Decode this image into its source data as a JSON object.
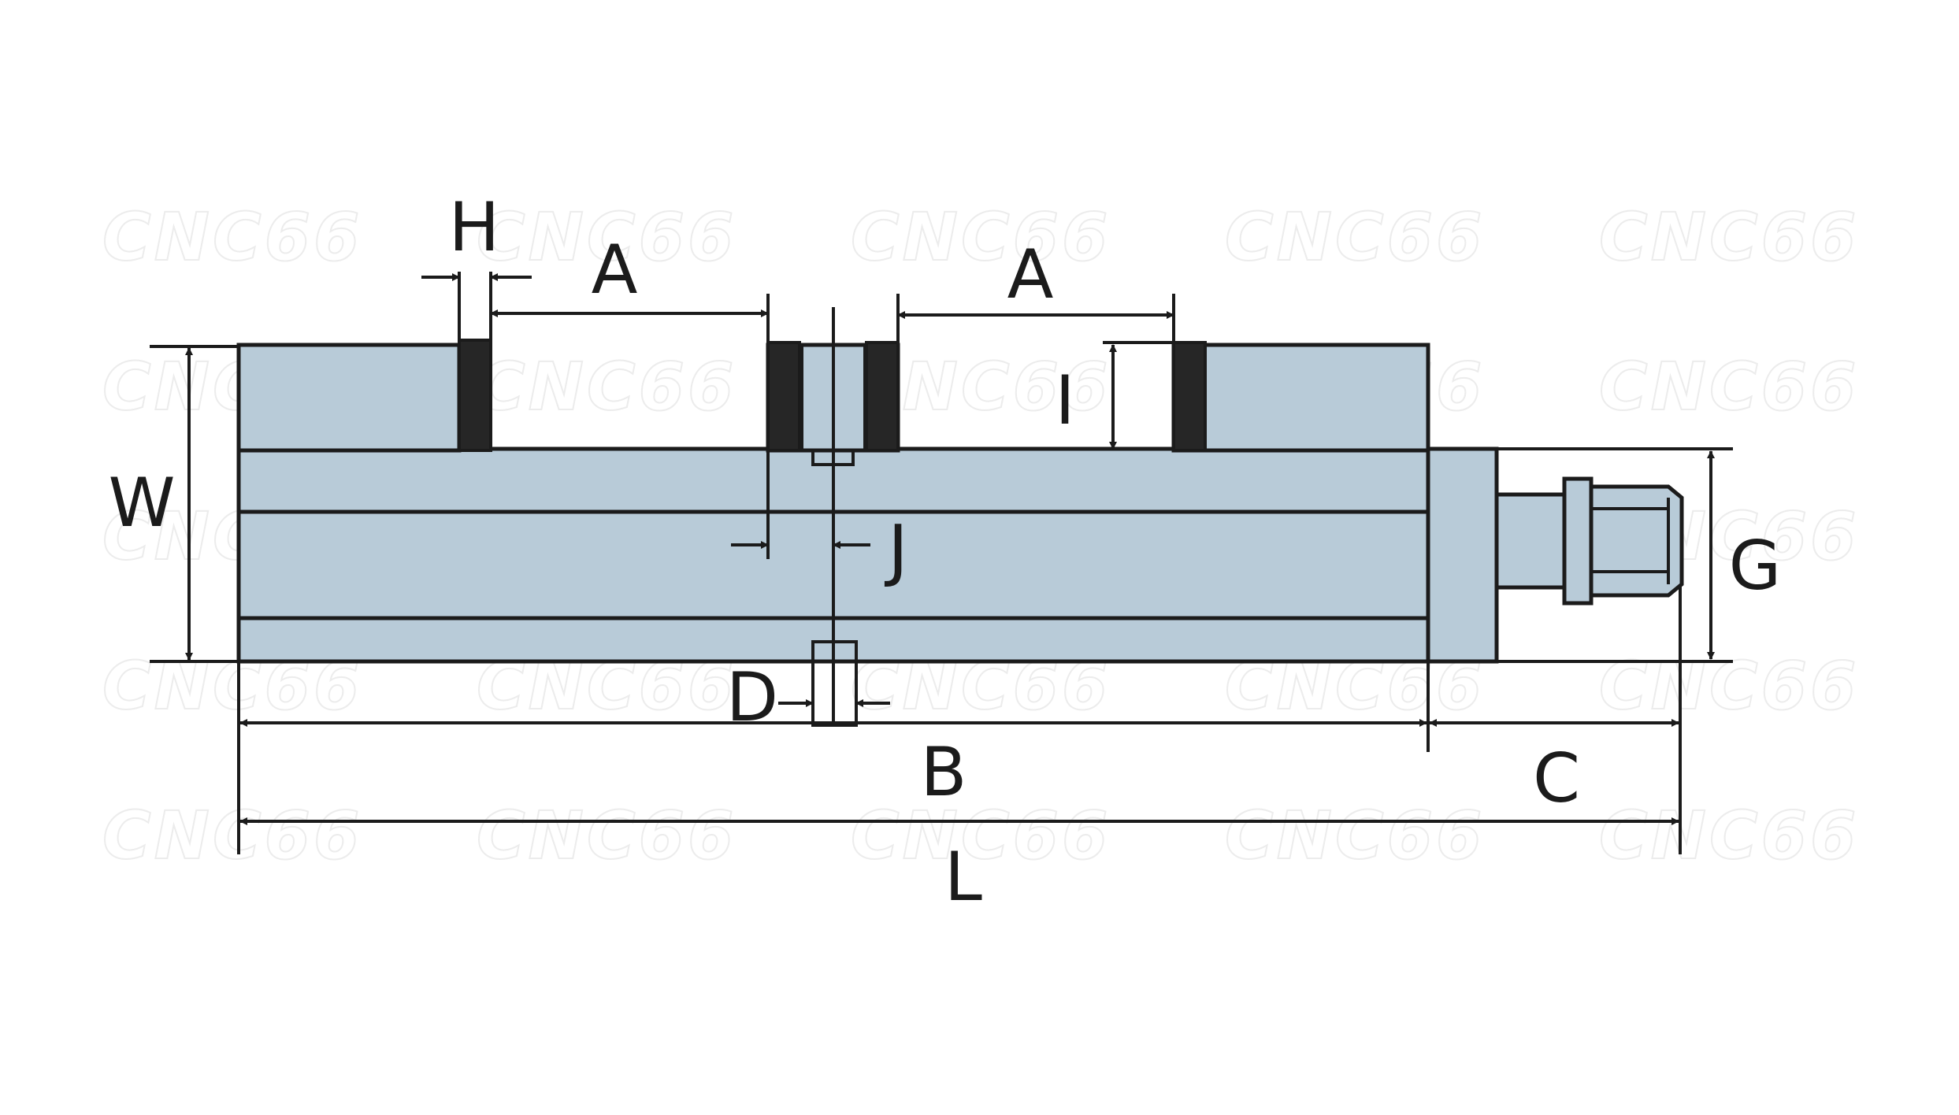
{
  "watermark": "CNC66",
  "labels": {
    "H": "H",
    "A_left": "A",
    "A_right": "A",
    "I": "I",
    "W": "W",
    "J": "J",
    "G": "G",
    "D": "D",
    "B": "B",
    "C": "C",
    "L": "L"
  },
  "colors": {
    "body": "#b8cbd8",
    "jaw": "#262626",
    "line": "#1b1b1b",
    "watermark": "#ececec"
  }
}
